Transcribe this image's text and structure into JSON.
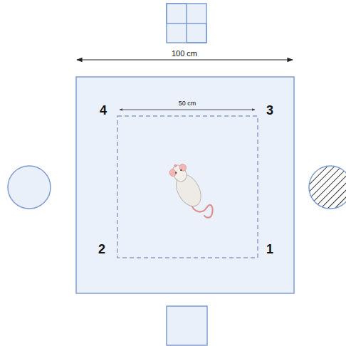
{
  "diagram": {
    "labels": [
      "100 cm",
      "50 cm",
      "4",
      "3",
      "2",
      "1"
    ]
  }
}
